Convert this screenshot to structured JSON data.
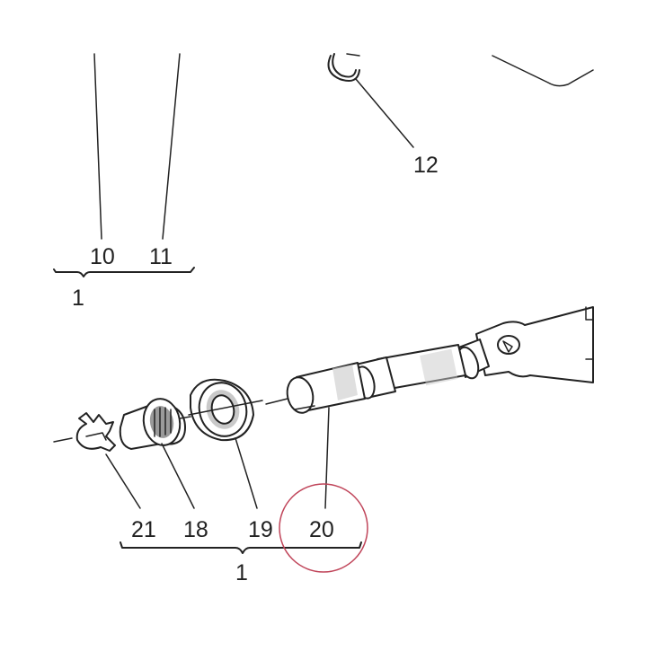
{
  "diagram": {
    "callouts": {
      "part_10": "10",
      "part_11": "11",
      "part_12": "12",
      "part_18": "18",
      "part_19": "19",
      "part_20": "20",
      "part_21": "21"
    },
    "group_labels": {
      "upper_group": "1",
      "lower_group": "1"
    },
    "highlighted_part": "20",
    "colors": {
      "line": "#222222",
      "highlight_circle": "#c0455a",
      "shading": "#c9c9c9"
    }
  }
}
